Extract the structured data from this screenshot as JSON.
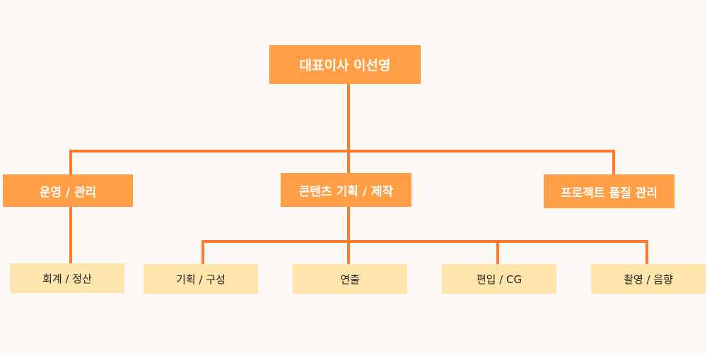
{
  "colors": {
    "background": "#fdf9f6",
    "primary_box": "#ff9e44",
    "secondary_box": "#fde5ab",
    "connector": "#ff7a2a"
  },
  "root": {
    "label": "대표이사 이선영"
  },
  "departments": [
    {
      "label": "운영 / 관리",
      "teams": [
        {
          "label": "회계 / 정산"
        }
      ]
    },
    {
      "label": "콘텐츠 기획 / 제작",
      "teams": [
        {
          "label": "기획 / 구성"
        },
        {
          "label": "연출"
        },
        {
          "label": "편입 / CG"
        },
        {
          "label": "촬영 / 음향"
        }
      ]
    },
    {
      "label": "프로젝트 품질 관리",
      "teams": []
    }
  ]
}
